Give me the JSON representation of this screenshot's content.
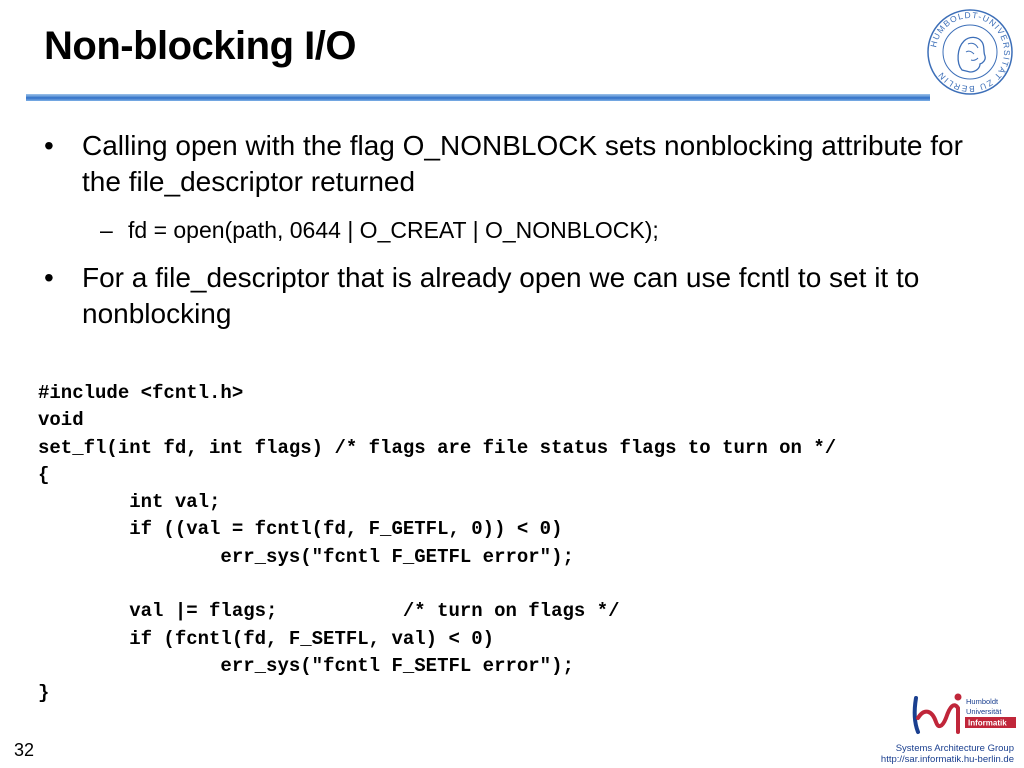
{
  "slide": {
    "title": "Non-blocking I/O",
    "bullets": [
      {
        "marker": "•",
        "text": "Calling open with the flag O_NONBLOCK  sets nonblocking attribute for the file_descriptor returned"
      },
      {
        "marker": "–",
        "text": "fd = open(path, 0644 | O_CREAT | O_NONBLOCK);"
      },
      {
        "marker": "•",
        "text": "For a file_descriptor that is already open we can use fcntl to set it to nonblocking"
      }
    ],
    "code": "#include <fcntl.h>\nvoid\nset_fl(int fd, int flags) /* flags are file status flags to turn on */\n{\n        int val;\n        if ((val = fcntl(fd, F_GETFL, 0)) < 0)\n                err_sys(\"fcntl F_GETFL error\");\n\n        val |= flags;           /* turn on flags */\n        if (fcntl(fd, F_SETFL, val) < 0)\n                err_sys(\"fcntl F_SETFL error\");\n}",
    "slide_number": "32"
  },
  "seal": {
    "icon": "humboldt-university-seal-icon",
    "ring_text": "HUMBOLDT-UNIVERSITÄT ZU BERLIN"
  },
  "logo": {
    "icon": "humboldt-informatik-logo-icon",
    "line1": "Humboldt",
    "line2": "Universität",
    "line3": "Informatik"
  },
  "footer": {
    "line1": "Systems Architecture Group",
    "line2": "http://sar.informatik.hu-berlin.de"
  },
  "colors": {
    "rule_blue": "#2f6fc7",
    "logo_blue": "#1a3f8f",
    "logo_red": "#c0263a",
    "footer_text": "#1a3f8f"
  }
}
